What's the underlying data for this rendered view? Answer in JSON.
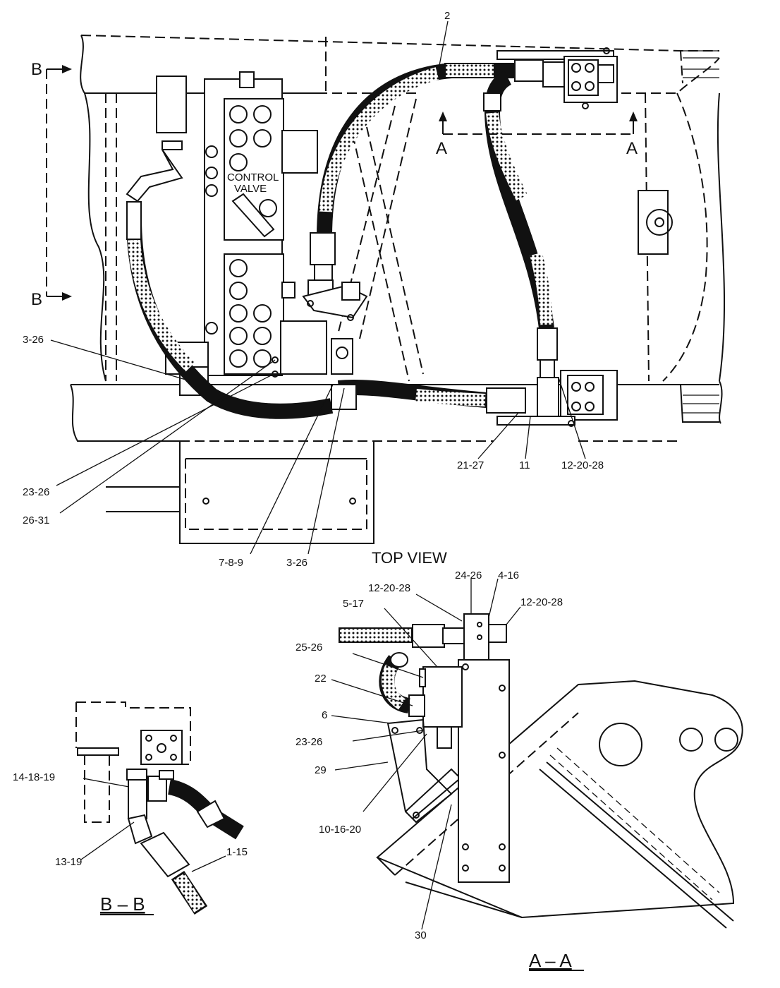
{
  "views": {
    "top": "TOP VIEW",
    "section_a": "A – A",
    "section_b": "B – B"
  },
  "component_label": [
    "CONTROL",
    "VALVE"
  ],
  "section_markers": [
    "A",
    "A",
    "B",
    "B"
  ],
  "callouts_top": [
    "2",
    "3-26",
    "23-26",
    "26-31",
    "7-8-9",
    "3-26",
    "21-27",
    "11",
    "12-20-28"
  ],
  "callouts_a": [
    "24-26",
    "4-16",
    "12-20-28",
    "12-20-28",
    "5-17",
    "25-26",
    "22",
    "6",
    "23-26",
    "29",
    "10-16-20",
    "30"
  ],
  "callouts_b": [
    "14-18-19",
    "13-19",
    "1-15"
  ]
}
